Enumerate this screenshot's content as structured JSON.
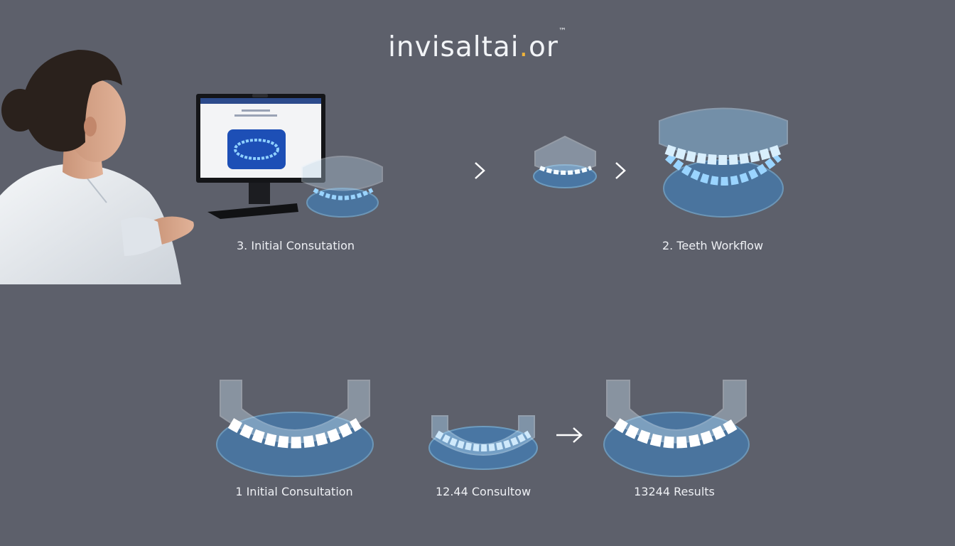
{
  "brand": {
    "name_main": "invisaltai",
    "name_dot": ".",
    "name_tail": "or",
    "trademark": "™"
  },
  "steps_top": [
    {
      "label": "3. Initial Consutation"
    },
    {
      "label": "2. Teeth Workflow"
    }
  ],
  "steps_bottom": [
    {
      "label": "1 Initial Consultation"
    },
    {
      "label": "12.44 Consultow"
    },
    {
      "label": "13244 Results"
    }
  ],
  "icons": {
    "arrow": "chevron-right-icon",
    "arrow_long": "arrow-right-icon"
  },
  "colors": {
    "background": "#5d606b",
    "aligner_blue": "#63b9f2",
    "brand_accent": "#f0b43a",
    "text": "#eef0f4"
  }
}
